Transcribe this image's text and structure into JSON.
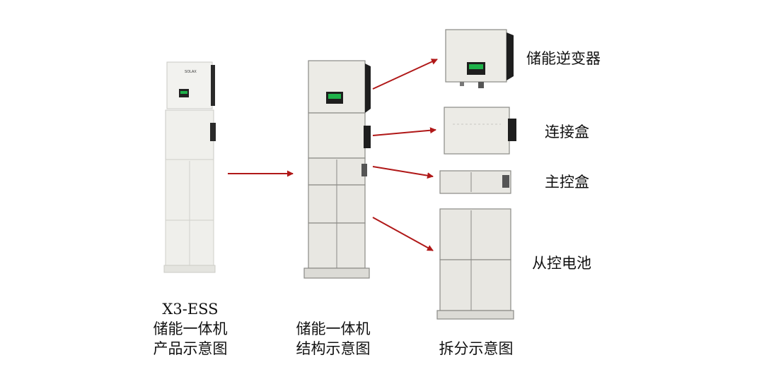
{
  "product": {
    "model": "X3-ESS",
    "line1": "储能一体机",
    "line2": "产品示意图",
    "logo_text": "SOLAX"
  },
  "structure": {
    "line1": "储能一体机",
    "line2": "结构示意图"
  },
  "parts": {
    "inverter": "储能逆变器",
    "connection_box": "连接盒",
    "main_control_box": "主控盒",
    "slave_battery": "从控电池"
  },
  "exploded_caption": "拆分示意图",
  "colors": {
    "arrow": "#b01818",
    "body": "#ecebe6",
    "outline": "#8a8a86",
    "dark": "#1e1e1e",
    "screen": "#1fb24a"
  }
}
